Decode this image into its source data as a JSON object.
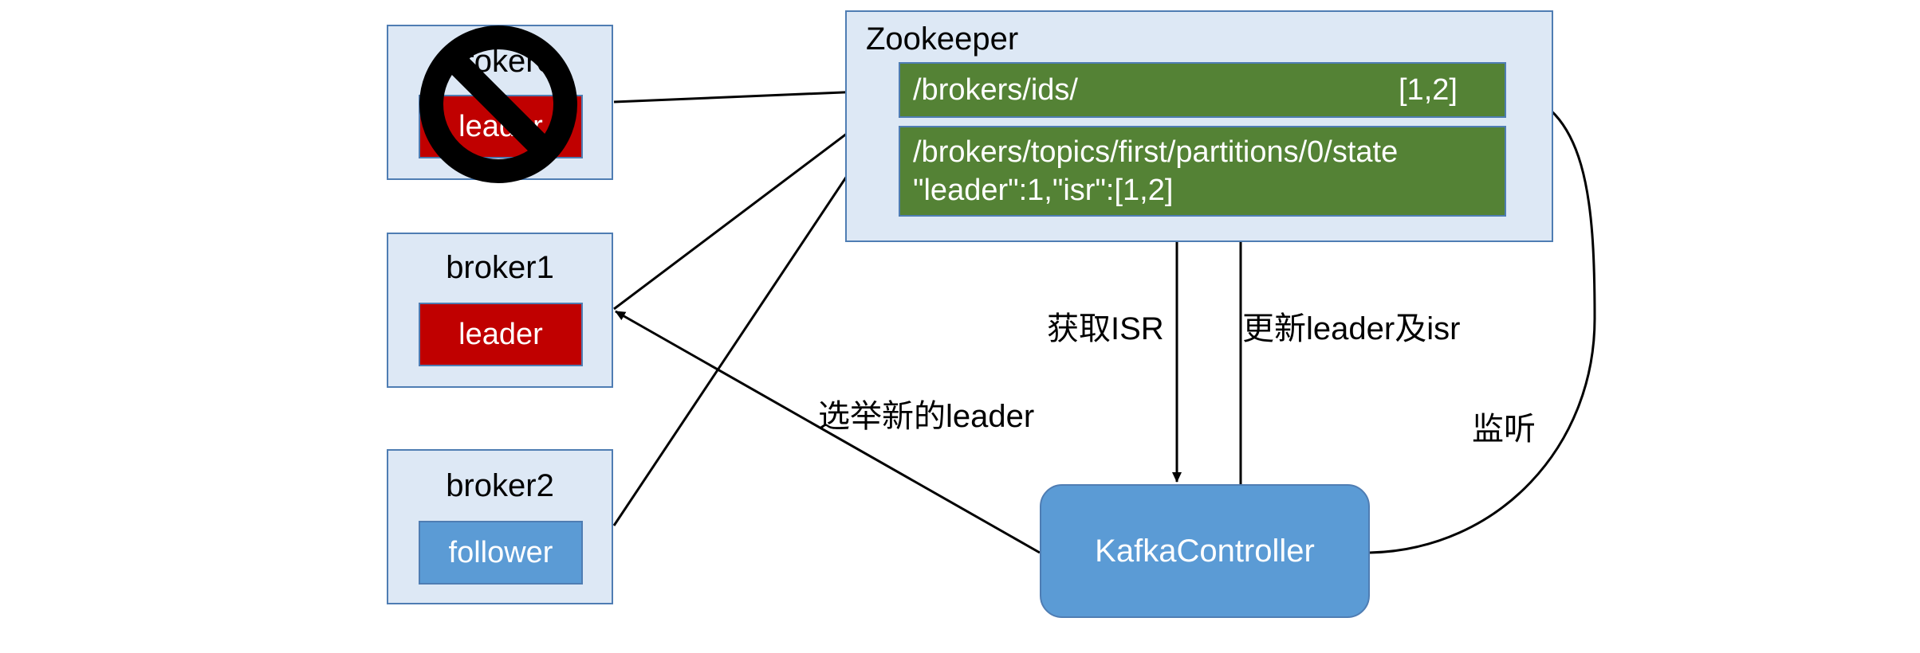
{
  "zookeeper": {
    "title": "Zookeeper",
    "ids_path": "/brokers/ids/",
    "ids_value": "[1,2]",
    "state_path": "/brokers/topics/first/partitions/0/state",
    "state_value": "\"leader\":1,\"isr\":[1,2]"
  },
  "brokers": [
    {
      "title": "broker0",
      "role": "leader",
      "status": "down"
    },
    {
      "title": "broker1",
      "role": "leader"
    },
    {
      "title": "broker2",
      "role": "follower"
    }
  ],
  "controller": {
    "label": "KafkaController"
  },
  "edge_labels": {
    "get_isr": "获取ISR",
    "update_leader_isr": "更新leader及isr",
    "elect_new_leader": "选举新的leader",
    "listen": "监听"
  },
  "colors": {
    "box_fill": "#dde8f5",
    "box_border": "#4f7db3",
    "leader": "#c00000",
    "follower": "#5b9bd5",
    "zk_node": "#548235"
  },
  "icons": {
    "prohibited": "no-entry-icon"
  }
}
